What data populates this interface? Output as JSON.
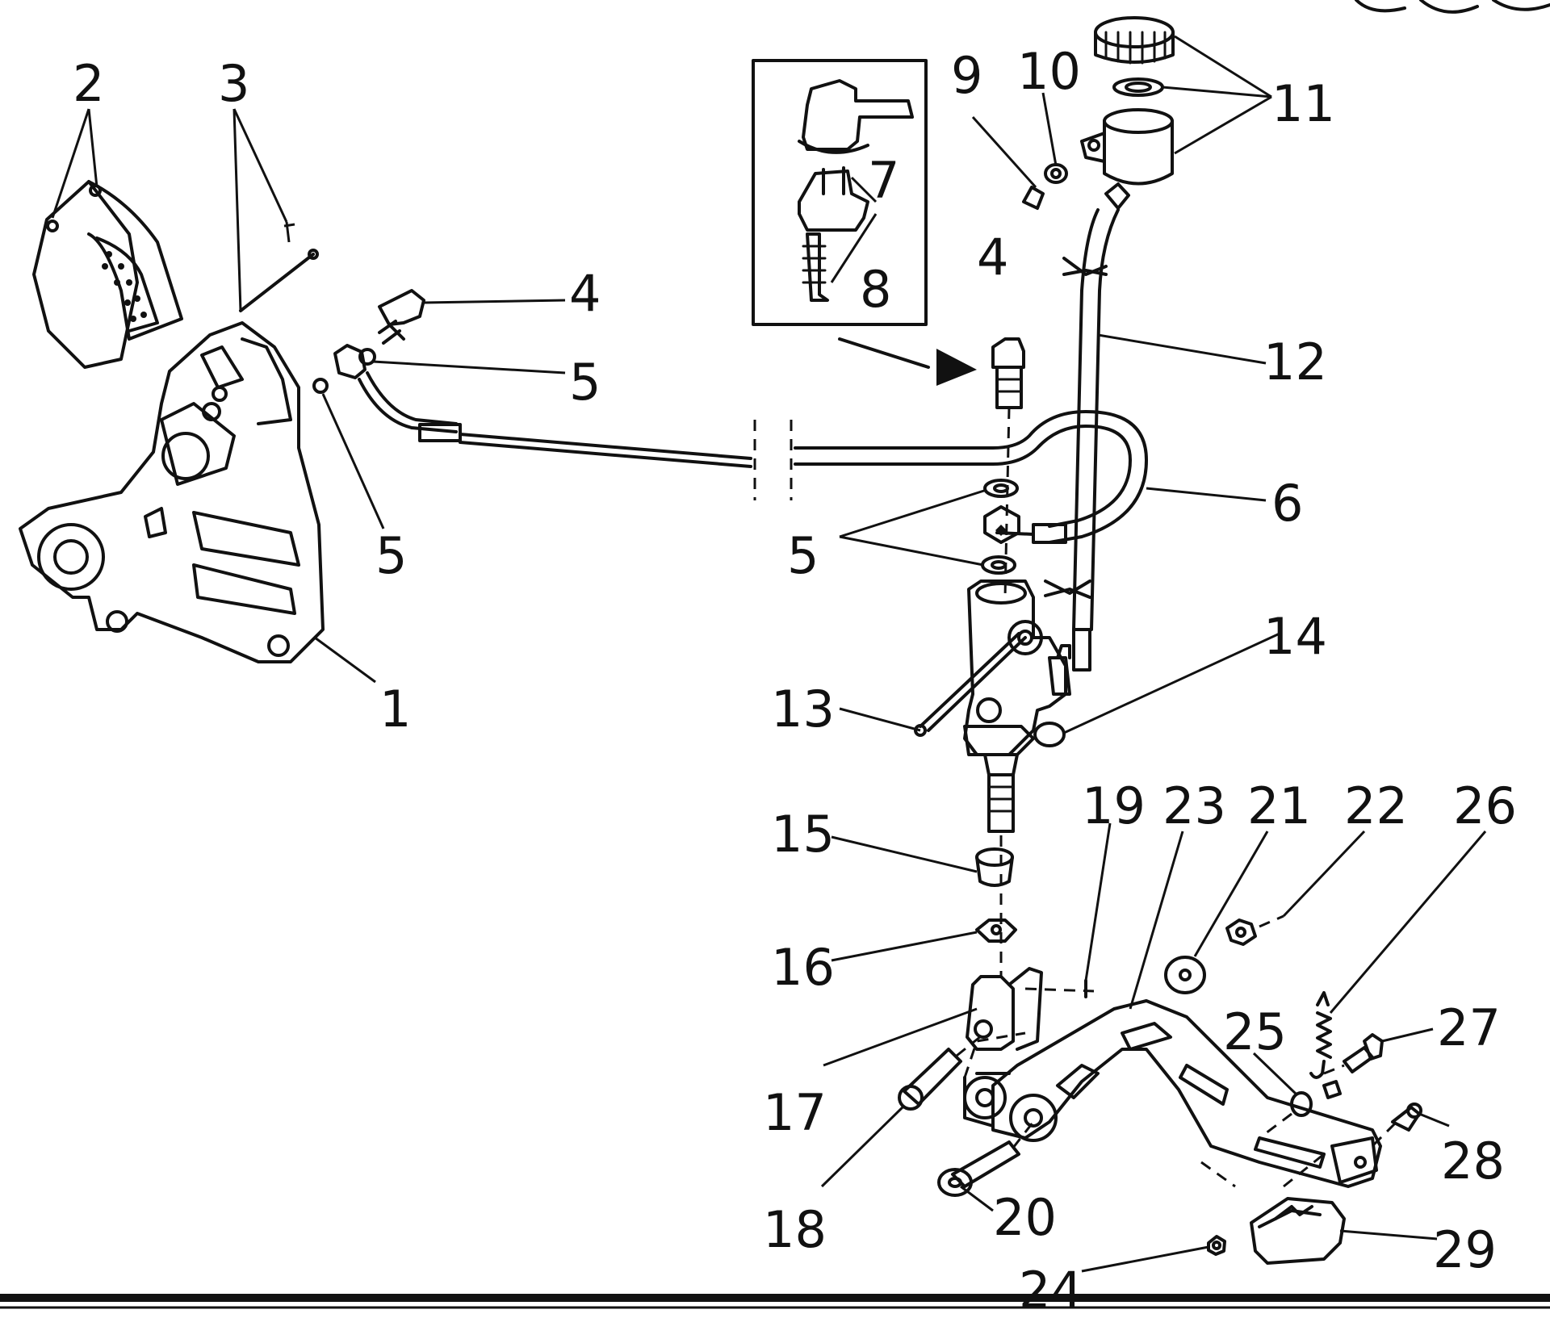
{
  "labels": {
    "l1": "1",
    "l2": "2",
    "l3": "3",
    "l4a": "4",
    "l4b": "4",
    "l5a": "5",
    "l5b": "5",
    "l5c": "5",
    "l6": "6",
    "l7": "7",
    "l8": "8",
    "l9": "9",
    "l10": "10",
    "l11": "11",
    "l12": "12",
    "l13": "13",
    "l14": "14",
    "l15": "15",
    "l16": "16",
    "l17": "17",
    "l18": "18",
    "l19": "19",
    "l20": "20",
    "l21": "21",
    "l22": "22",
    "l23": "23",
    "l24": "24",
    "l25": "25",
    "l26": "26",
    "l27": "27",
    "l28": "28",
    "l29": "29"
  }
}
